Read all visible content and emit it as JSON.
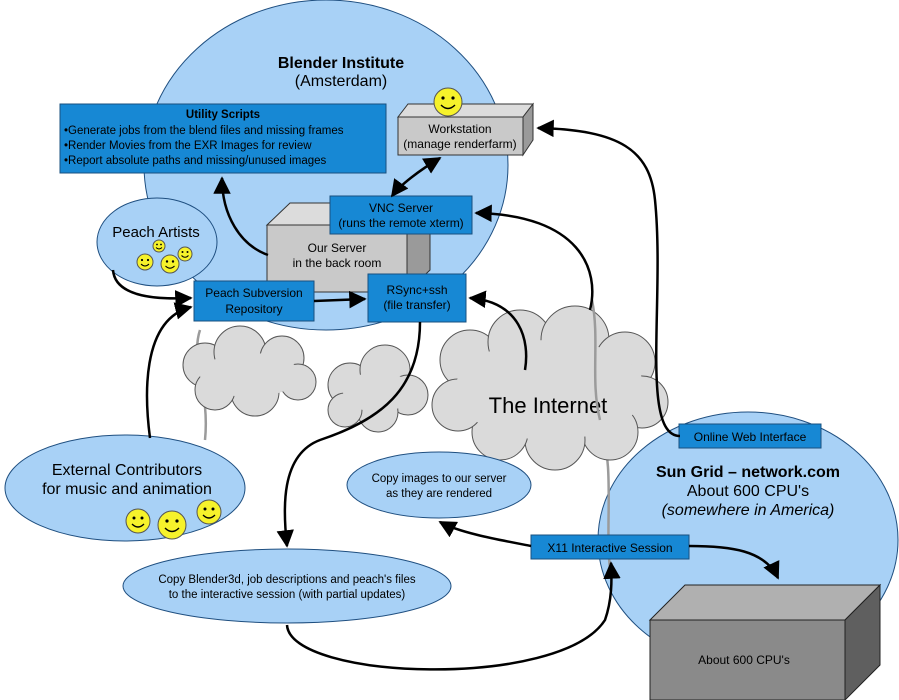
{
  "colors": {
    "region_fill": "#a8d1f6",
    "region_stroke": "#1f4f80",
    "box_fill": "#1788d4",
    "box_stroke": "#18507f",
    "server_gray": "#c9c9c9",
    "cluster_gray": "#8a8a8a",
    "cloud_fill": "#dadada",
    "smiley": "#f6f22b",
    "arrow": "#000000",
    "gray_line": "#9b9b9b"
  },
  "regions": {
    "blender_institute": {
      "title": "Blender Institute",
      "subtitle": "(Amsterdam)"
    },
    "peach_artists": {
      "label": "Peach Artists"
    },
    "external_contributors": {
      "line1": "External Contributors",
      "line2": "for music and animation"
    },
    "sun_grid": {
      "title": "Sun Grid – network.com",
      "line2": "About 600 CPU's",
      "line3": "(somewhere in America)"
    }
  },
  "boxes": {
    "utility_scripts": {
      "title": "Utility Scripts",
      "items": [
        "•Generate jobs from the blend files and missing frames",
        "•Render Movies from the EXR Images for review",
        "•Report absolute paths and missing/unused images"
      ]
    },
    "workstation": {
      "line1": "Workstation",
      "line2": "(manage renderfarm)"
    },
    "vnc_server": {
      "line1": "VNC Server",
      "line2": "(runs the remote xterm)"
    },
    "our_server": {
      "line1": "Our Server",
      "line2": "in the back room"
    },
    "svn_repo": {
      "line1": "Peach Subversion",
      "line2": "Repository"
    },
    "rsync": {
      "line1": "RSync+ssh",
      "line2": "(file transfer)"
    },
    "web_interface": {
      "label": "Online Web Interface"
    },
    "x11_session": {
      "label": "X11 Interactive Session"
    },
    "cluster": {
      "label": "About 600 CPU's"
    }
  },
  "bubbles": {
    "copy_images": {
      "line1": "Copy images to our server",
      "line2": "as they are rendered"
    },
    "copy_blender": {
      "line1": "Copy Blender3d, job descriptions and peach's files",
      "line2": "to the interactive session (with partial updates)"
    }
  },
  "internet": {
    "label": "The Internet"
  }
}
